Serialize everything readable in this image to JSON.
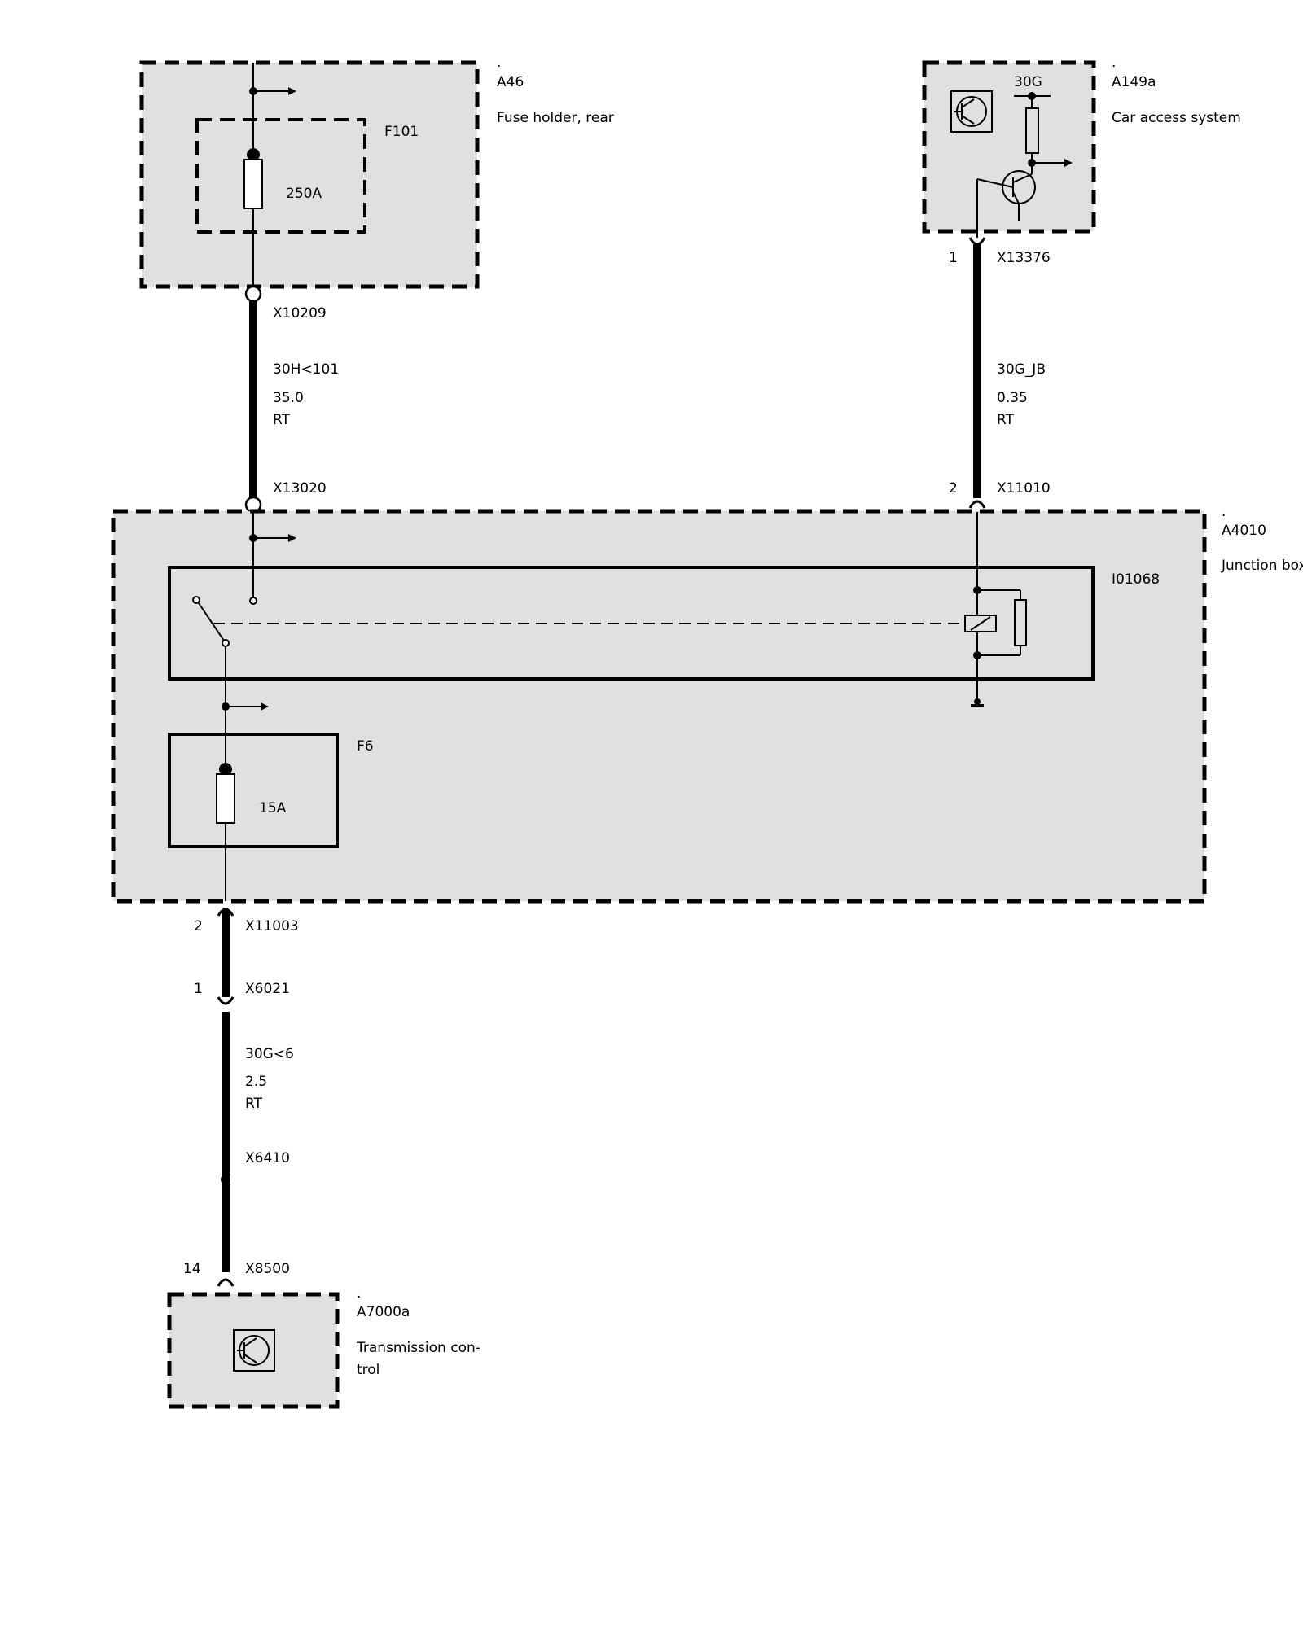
{
  "components": {
    "fuse_holder": {
      "dot": ".",
      "id": "A46",
      "name": "Fuse holder, rear"
    },
    "car_access": {
      "dot": ".",
      "id": "A149a",
      "name": "Car access system",
      "terminal": "30G"
    },
    "junction_box": {
      "dot": ".",
      "id": "A4010",
      "name": "Junction box"
    },
    "transmission": {
      "dot": ".",
      "id": "A7000a",
      "name_line1": "Transmission con-",
      "name_line2": "trol"
    }
  },
  "fuses": {
    "f101": {
      "id": "F101",
      "rating": "250A"
    },
    "f6": {
      "id": "F6",
      "rating": "15A"
    }
  },
  "relay": {
    "id": "I01068"
  },
  "connectors": {
    "x10209": "X10209",
    "x13020": "X13020",
    "x13376": {
      "label": "X13376",
      "pin": "1"
    },
    "x11010": {
      "label": "X11010",
      "pin": "2"
    },
    "x11003": {
      "label": "X11003",
      "pin": "2"
    },
    "x6021": {
      "label": "X6021",
      "pin": "1"
    },
    "x6410": "X6410",
    "x8500": {
      "label": "X8500",
      "pin": "14"
    }
  },
  "wires": {
    "w1": {
      "signal": "30H<101",
      "cross_section": "35.0",
      "color": "RT"
    },
    "w2": {
      "signal": "30G_JB",
      "cross_section": "0.35",
      "color": "RT"
    },
    "w3": {
      "signal": "30G<6",
      "cross_section": "2.5",
      "color": "RT"
    }
  }
}
